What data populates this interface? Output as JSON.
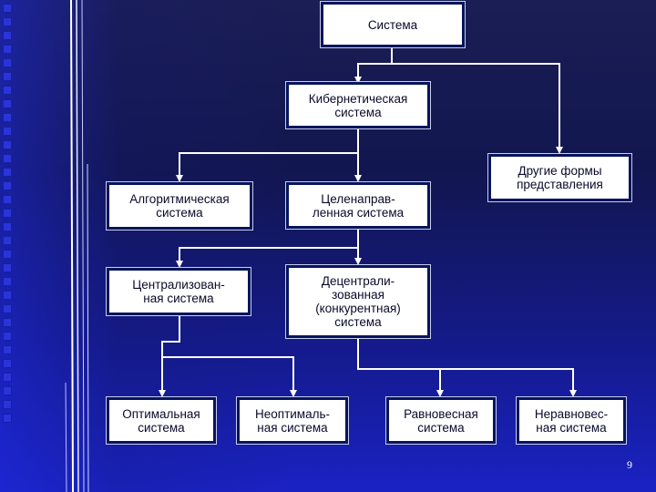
{
  "slide": {
    "page_number": "9",
    "colors": {
      "background_top": "#1b1e54",
      "background_bottom": "#1a22c4",
      "box_fill": "#ffffff",
      "box_border": "#06145c",
      "connector": "#ffffff"
    }
  },
  "diagram": {
    "nodes": {
      "system": "Система",
      "cybernetic": "Кибернетическая\nсистема",
      "other_forms": "Другие формы\nпредставления",
      "algorithmic": "Алгоритмическая\nсистема",
      "goal_directed": "Целенаправ-\nленная система",
      "centralized": "Централизован-\nная система",
      "decentralized": "Децентрали-\nзованная\n(конкурентная)\nсистема",
      "optimal": "Оптимальная\nсистема",
      "nonoptimal": "Неоптималь-\nная система",
      "equilibrium": "Равновесная\nсистема",
      "nonequilibrium": "Неравновес-\nная система"
    },
    "edges": [
      [
        "system",
        "cybernetic"
      ],
      [
        "system",
        "other_forms"
      ],
      [
        "cybernetic",
        "algorithmic"
      ],
      [
        "cybernetic",
        "goal_directed"
      ],
      [
        "goal_directed",
        "centralized"
      ],
      [
        "goal_directed",
        "decentralized"
      ],
      [
        "centralized",
        "optimal"
      ],
      [
        "centralized",
        "nonoptimal"
      ],
      [
        "decentralized",
        "equilibrium"
      ],
      [
        "decentralized",
        "nonequilibrium"
      ]
    ]
  }
}
